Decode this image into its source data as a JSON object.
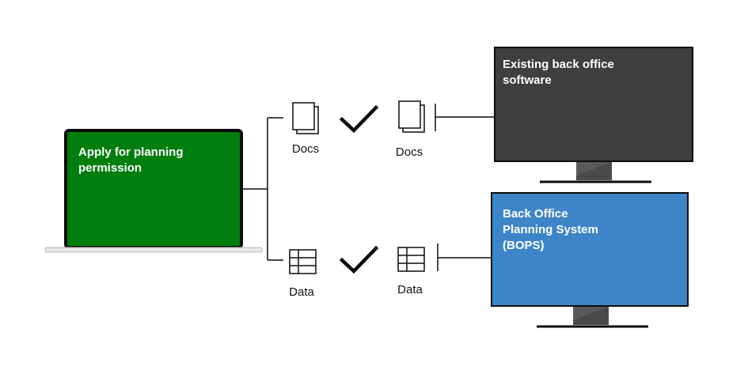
{
  "colors": {
    "laptop_screen": "#007f0e",
    "existing_screen": "#3f3f3f",
    "bops_screen": "#3e85c8",
    "frame": "#0b0c0c",
    "stand": "#4a4a4a"
  },
  "laptop": {
    "title": "Apply for planning permission"
  },
  "top_monitor": {
    "title": "Existing back office software"
  },
  "bottom_monitor": {
    "title": "Back Office Planning System (BOPS)"
  },
  "flows": {
    "docs": {
      "source_label": "Docs",
      "target_label": "Docs",
      "icon": "documents-icon",
      "status_icon": "checkmark-icon"
    },
    "data": {
      "source_label": "Data",
      "target_label": "Data",
      "icon": "table-icon",
      "status_icon": "checkmark-icon"
    }
  }
}
